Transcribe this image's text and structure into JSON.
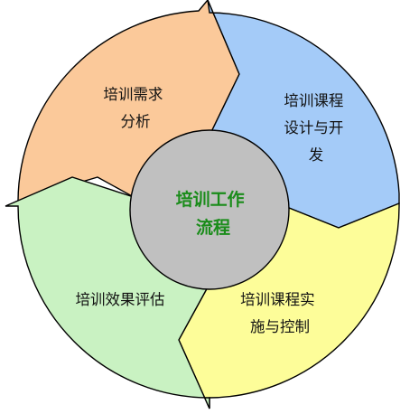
{
  "diagram": {
    "center": {
      "lines": [
        "培训工作",
        "流程"
      ],
      "fill": "#c0c0c0",
      "text_color": "#1a8c1a"
    },
    "segments": [
      {
        "name": "needs-analysis",
        "lines": [
          "培训需求",
          "分析"
        ],
        "color": "#fbc99a"
      },
      {
        "name": "course-design",
        "lines": [
          "培训课程",
          "设计与开",
          "发"
        ],
        "color": "#a4cbf8"
      },
      {
        "name": "course-implementation",
        "lines": [
          "培训课程实",
          "施与控制"
        ],
        "color": "#fdfd99"
      },
      {
        "name": "effect-evaluation",
        "lines": [
          "培训效果评估"
        ],
        "color": "#c9f2c2"
      }
    ],
    "outline_color": "#000000"
  }
}
